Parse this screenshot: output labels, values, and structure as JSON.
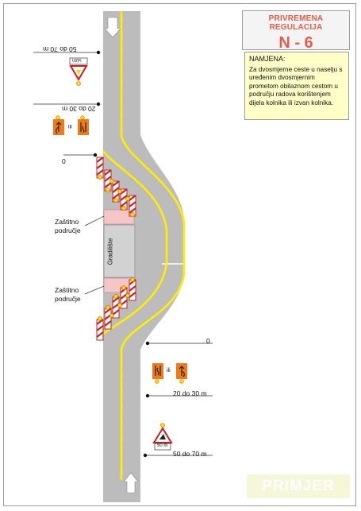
{
  "title": {
    "top": "PRIVREMENA REGULACIJA",
    "main": "N - 6"
  },
  "purpose": {
    "heading": "NAMJENA:",
    "text": "Za dvosmjerne ceste u naselju s uređenim dvosmjernim prometom obilaznom cestom u području radova korištenjem dijela kolnika ili izvan kolnika."
  },
  "distances": {
    "top_far": "50 do 70 m",
    "top_near": "20 do 30 m",
    "top_zero": "0",
    "bottom_zero": "0",
    "bottom_near": "20 do 30 m",
    "bottom_far": "50 do 70 m"
  },
  "sign_plates": {
    "top": "50m",
    "bottom": "50 m"
  },
  "ili": "ili",
  "zones": {
    "upper": "Zaštitno\npodručje",
    "lower": "Zaštitno\npodručje",
    "work": "Gradilište"
  },
  "watermark": "PRIMJER",
  "colors": {
    "title": "#e65c4a",
    "road": "#bcbcbc",
    "yellow_line": "#ffee00",
    "protection_zone": "#f6c6c6",
    "worksite": "#d2d2d2",
    "sign_orange": "#ee7a1a",
    "note_bg": "#ffffc8"
  }
}
